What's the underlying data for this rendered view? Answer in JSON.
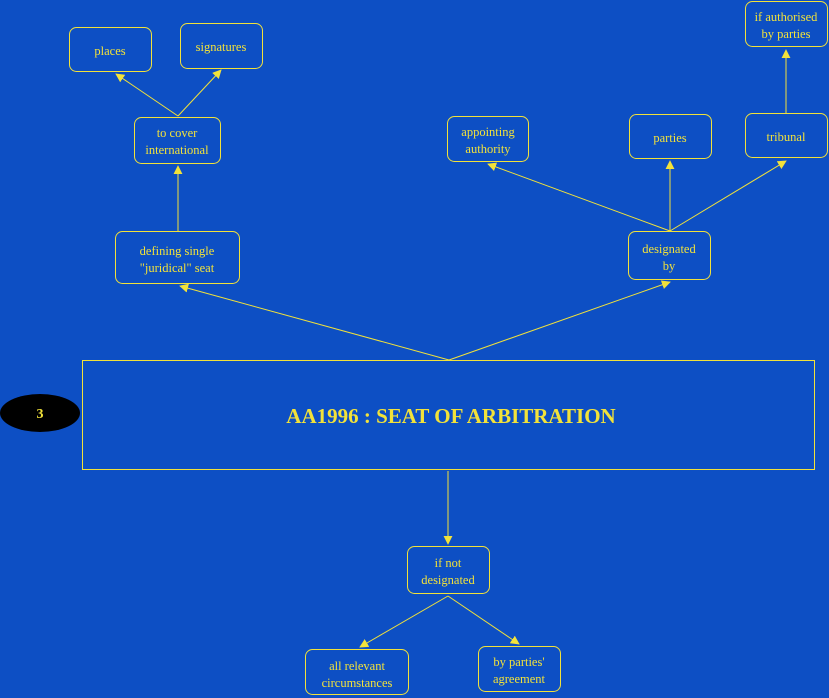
{
  "colors": {
    "background": "#0d4fc4",
    "line": "#f2e23a",
    "text": "#f2e23a",
    "badge": "#000000"
  },
  "title": "AA1996 : SEAT OF ARBITRATION",
  "badge": "3",
  "nodes": {
    "places": "places",
    "signatures": "signatures",
    "to_cover_1": "to cover",
    "to_cover_2": "international",
    "defining_1": "defining single",
    "defining_2": "\"juridical\" seat",
    "appointing_1": "appointing",
    "appointing_2": "authority",
    "parties": "parties",
    "tribunal": "tribunal",
    "authorised_1": "if authorised",
    "authorised_2": "by parties",
    "designated_1": "designated",
    "designated_2": "by",
    "if_not_1": "if not",
    "if_not_2": "designated",
    "all_relevant_1": "all relevant",
    "all_relevant_2": "circumstances",
    "by_parties_1": "by parties'",
    "by_parties_2": "agreement"
  }
}
